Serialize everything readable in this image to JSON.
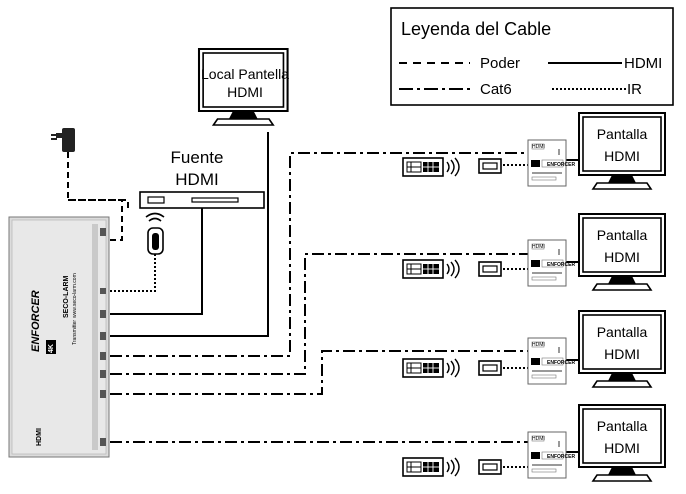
{
  "legend": {
    "title": "Leyenda del Cable",
    "items": {
      "power": "Poder",
      "hdmi": "HDMI",
      "cat6": "Cat6",
      "ir": "IR"
    }
  },
  "local_display": {
    "line1": "Local Pantella",
    "line2": "HDMI"
  },
  "source": {
    "line1": "Fuente",
    "line2": "HDMI"
  },
  "displays": [
    {
      "line1": "Pantalla",
      "line2": "HDMI"
    },
    {
      "line1": "Pantalla",
      "line2": "HDMI"
    },
    {
      "line1": "Pantalla",
      "line2": "HDMI"
    },
    {
      "line1": "Pantalla",
      "line2": "HDMI"
    }
  ],
  "transmitter": {
    "brand": "ENFORCER",
    "badge": "4K",
    "maker": "SECO-LARM",
    "website": "www.seco-larm.com",
    "role": "Transmitter",
    "hdmi_logo": "HDMI"
  },
  "receiver": {
    "hdmi_logo": "HDMI",
    "brand": "ENFORCER"
  }
}
